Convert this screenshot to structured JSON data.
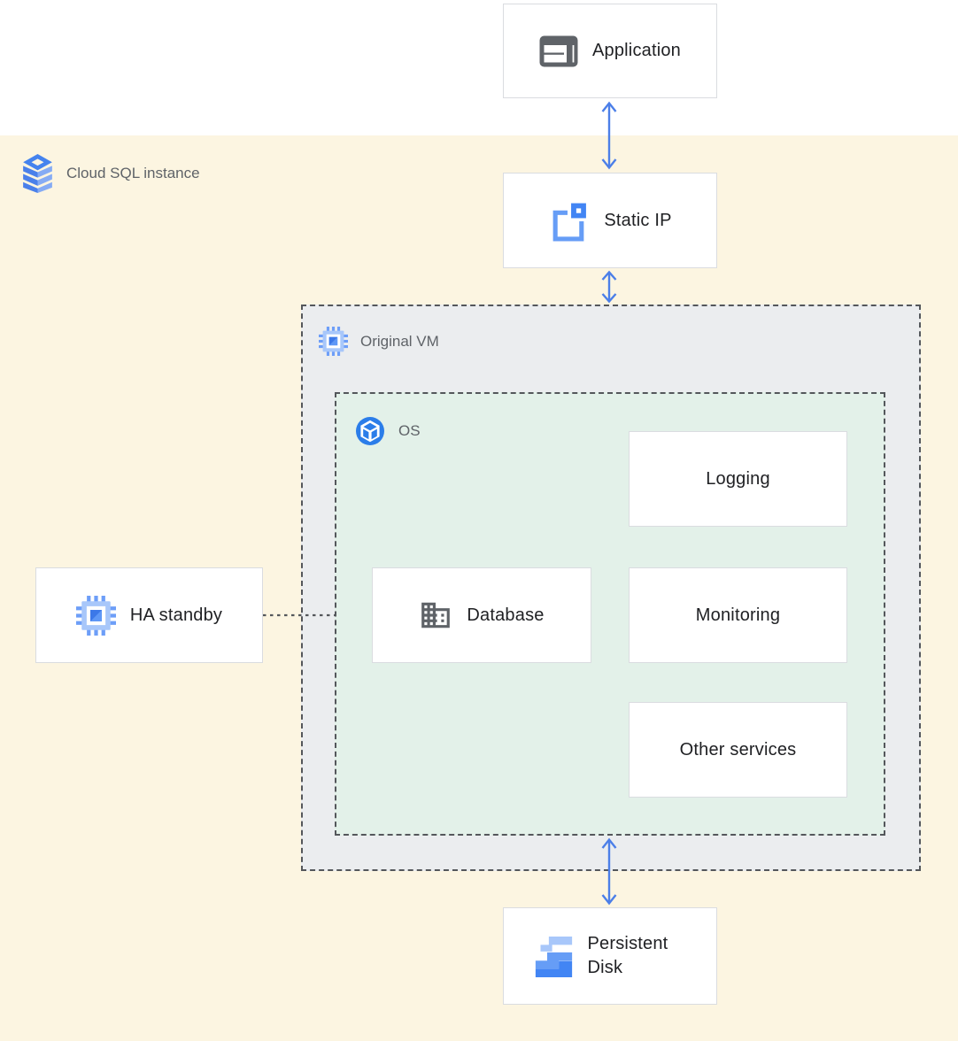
{
  "labels": {
    "cloud_sql_instance": "Cloud SQL instance",
    "original_vm": "Original VM",
    "os": "OS"
  },
  "nodes": {
    "application": "Application",
    "static_ip": "Static IP",
    "ha_standby": "HA standby",
    "database": "Database",
    "logging": "Logging",
    "monitoring": "Monitoring",
    "other_services": "Other services",
    "persistent_disk": "Persistent Disk"
  },
  "icons": {
    "application": "app-window-icon",
    "cloud_sql_instance": "cloud-sql-stack-icon",
    "static_ip": "static-ip-icon",
    "original_vm": "compute-engine-chip-icon",
    "os": "os-cube-icon",
    "ha_standby": "compute-engine-chip-icon",
    "database": "building-icon",
    "persistent_disk": "persistent-disk-icon"
  },
  "colors": {
    "cloud_instance_background": "#FCF5E1",
    "vm_background": "#EBEDEF",
    "os_background": "#E3F1E9",
    "box_border": "#DADCE0",
    "dashed_border": "#54575B",
    "arrow_blue": "#4C7FE8",
    "node_text": "#202124",
    "zone_text": "#5F6368",
    "google_blue": "#4285F4",
    "light_blue": "#A8C7FA",
    "mid_blue": "#669DF6",
    "icon_gray": "#5F6368"
  }
}
